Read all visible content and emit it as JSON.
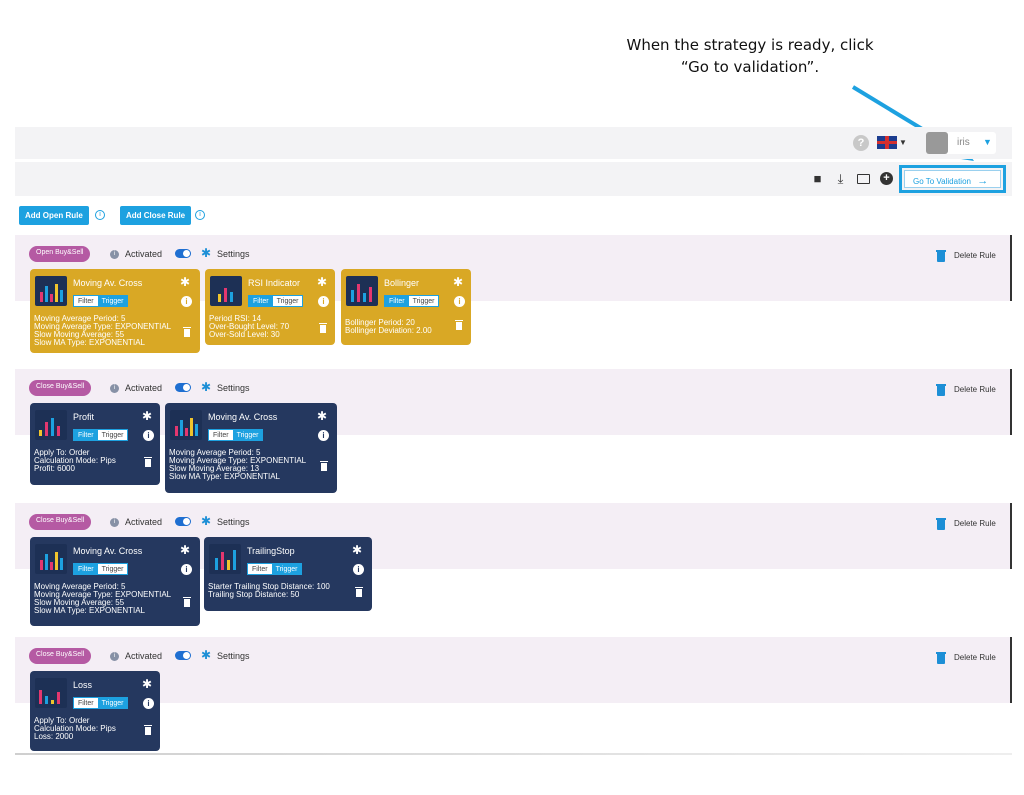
{
  "annotation": {
    "line1": "When the strategy is ready, click",
    "line2": "“Go to validation”."
  },
  "topbar": {
    "help_glyph": "?",
    "language_icon": "uk-flag-icon",
    "user_name": "iris"
  },
  "toolbar": {
    "validate_label": "Go To Validation",
    "validate_arrow": "→",
    "icons": [
      "save-icon",
      "download-icon",
      "folder-icon",
      "add-circle-icon"
    ]
  },
  "actions": {
    "add_open_rule": "Add Open Rule",
    "add_close_rule": "Add Close Rule"
  },
  "colors": {
    "accent": "#1da1e0",
    "gold_card": "#d9a825",
    "navy_card": "#25385f",
    "rule_pill": "#b55aa3",
    "rule_band": "#f4eef5"
  },
  "rules": [
    {
      "type": "Open Buy&Sell",
      "activated": "Activated",
      "settings": "Settings",
      "delete": "Delete Rule",
      "cards": [
        {
          "title": "Moving Av. Cross",
          "filter": "Filter",
          "trigger": "Trigger",
          "params": "Moving Average Period: 5\nMoving Average Type: EXPONENTIAL\nSlow Moving Average: 55\nSlow MA Type: EXPONENTIAL"
        },
        {
          "title": "RSI Indicator",
          "filter": "Filter",
          "trigger": "Trigger",
          "params": "Period RSI: 14\nOver-Bought Level: 70\nOver-Sold Level: 30"
        },
        {
          "title": "Bollinger",
          "filter": "Filter",
          "trigger": "Trigger",
          "params": "Bollinger Period: 20\nBollinger Deviation: 2.00"
        }
      ]
    },
    {
      "type": "Close Buy&Sell",
      "activated": "Activated",
      "settings": "Settings",
      "delete": "Delete Rule",
      "cards": [
        {
          "title": "Profit",
          "filter": "Filter",
          "trigger": "Trigger",
          "params": "Apply To: Order\nCalculation Mode: Pips\nProfit: 6000"
        },
        {
          "title": "Moving Av. Cross",
          "filter": "Filter",
          "trigger": "Trigger",
          "params": "Moving Average Period: 5\nMoving Average Type: EXPONENTIAL\nSlow Moving Average: 13\nSlow MA Type: EXPONENTIAL"
        }
      ]
    },
    {
      "type": "Close Buy&Sell",
      "activated": "Activated",
      "settings": "Settings",
      "delete": "Delete Rule",
      "cards": [
        {
          "title": "Moving Av. Cross",
          "filter": "Filter",
          "trigger": "Trigger",
          "params": "Moving Average Period: 5\nMoving Average Type: EXPONENTIAL\nSlow Moving Average: 55\nSlow MA Type: EXPONENTIAL"
        },
        {
          "title": "TrailingStop",
          "filter": "Filter",
          "trigger": "Trigger",
          "params": "Starter Trailing Stop Distance: 100\nTrailing Stop Distance: 50"
        }
      ]
    },
    {
      "type": "Close Buy&Sell",
      "activated": "Activated",
      "settings": "Settings",
      "delete": "Delete Rule",
      "cards": [
        {
          "title": "Loss",
          "filter": "Filter",
          "trigger": "Trigger",
          "params": "Apply To: Order\nCalculation Mode: Pips\nLoss: 2000"
        }
      ]
    }
  ]
}
